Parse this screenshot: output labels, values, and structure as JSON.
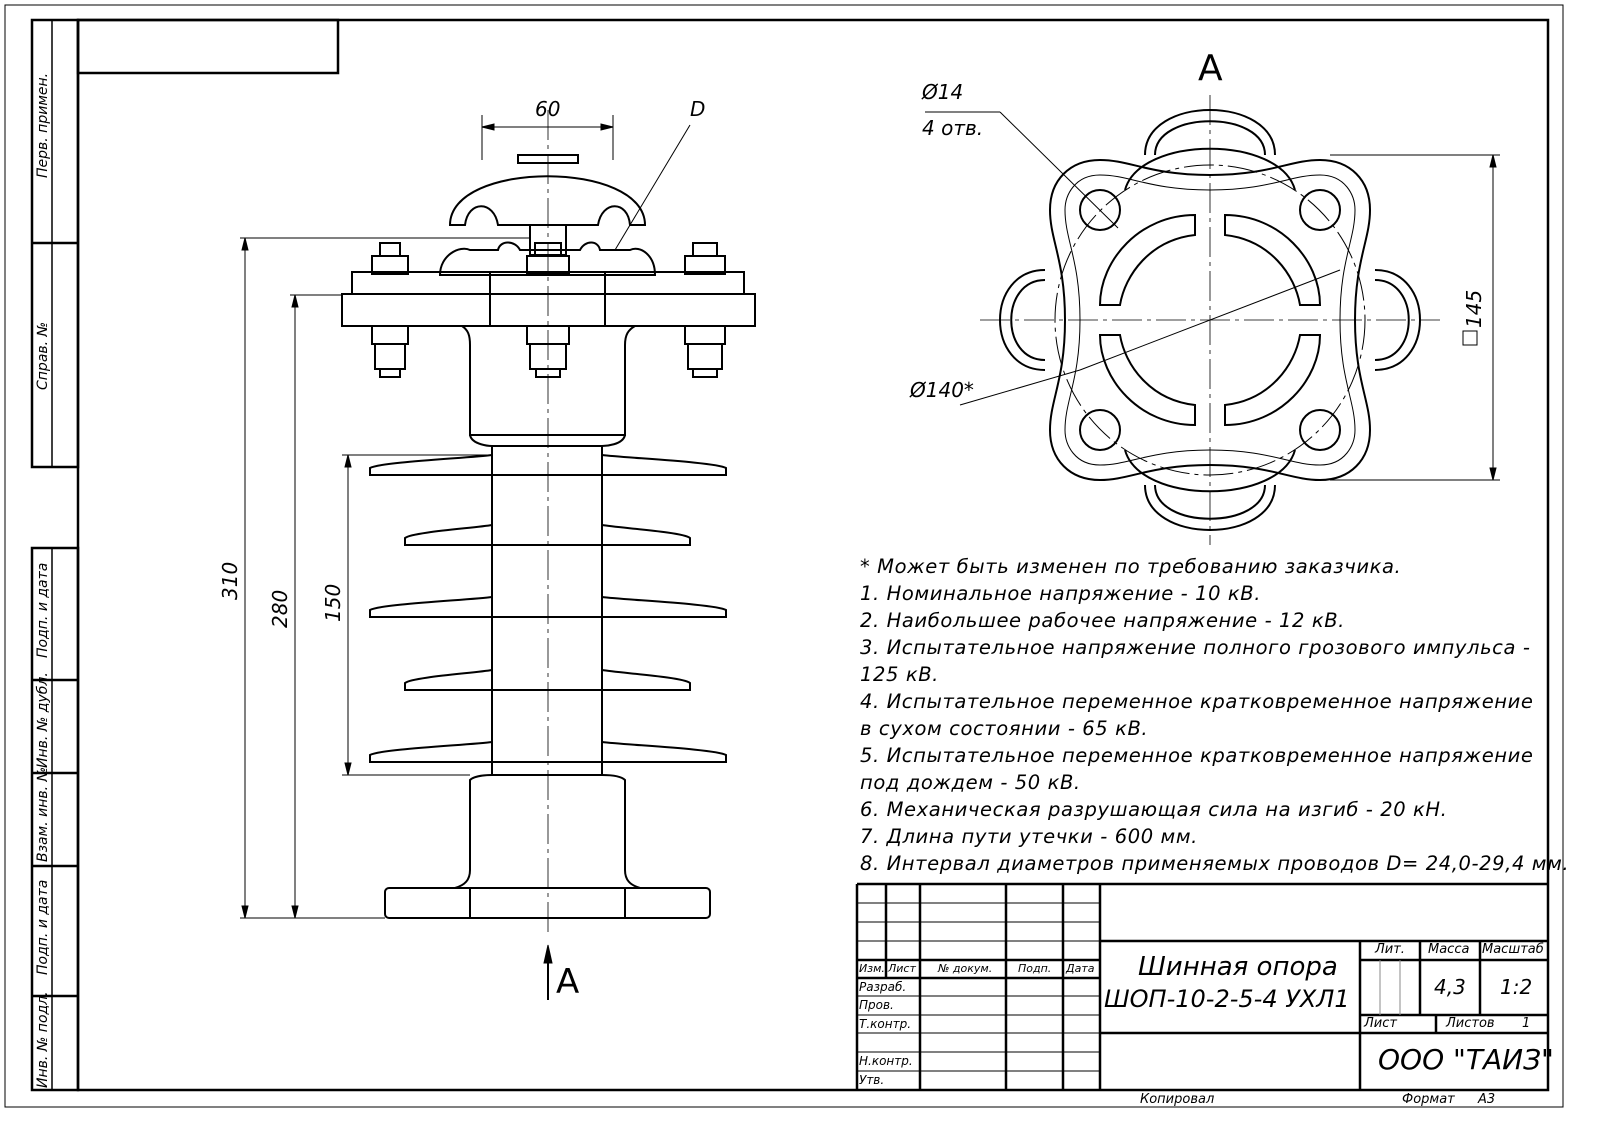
{
  "left_strip": [
    "Перв. примен.",
    "Справ. №",
    "Подп. и дата",
    "Инв. № дубл.",
    "Взам. инв. №",
    "Подп. и дата",
    "Инв. № подл."
  ],
  "side_view": {
    "dim_width": "60",
    "dim_D": "D",
    "dim_310": "310",
    "dim_280": "280",
    "dim_150": "150",
    "section_label": "A"
  },
  "top_view": {
    "view_label": "A",
    "hole_dia": "Ø14",
    "hole_count": "4 отв.",
    "circle_dia": "Ø140*",
    "square": "145"
  },
  "notes": [
    "* Может быть изменен по требованию заказчика.",
    "1. Номинальное напряжение - 10 кВ.",
    "2. Наибольшее рабочее напряжение - 12 кВ.",
    "3. Испытательное напряжение полного грозового импульса -",
    "125 кВ.",
    "4. Испытательное переменное кратковременное напряжение",
    "в сухом состоянии - 65 кВ.",
    "5. Испытательное переменное кратковременное напряжение",
    "под дождем - 50 кВ.",
    "6. Механическая разрушающая сила на изгиб - 20 кН.",
    "7. Длина пути утечки - 600 мм.",
    "8. Интервал диаметров применяемых проводов D= 24,0-29,4 мм."
  ],
  "title_block": {
    "headers": [
      "Изм.",
      "Лист",
      "№ докум.",
      "Подп.",
      "Дата"
    ],
    "roles": [
      "Разраб.",
      "Пров.",
      "Т.контр.",
      "Н.контр.",
      "Утв."
    ],
    "title_line1": "Шинная опора",
    "title_line2": "ШОП-10-2-5-4 УХЛ1",
    "lit_label": "Лит.",
    "mass_label": "Масса",
    "scale_label": "Масштаб",
    "mass": "4,3",
    "scale": "1:2",
    "sheet_label": "Лист",
    "sheets_label": "Листов",
    "sheets": "1",
    "company": "ООО \"ТАИЗ\"",
    "copied": "Копировал",
    "format_label": "Формат",
    "format": "A3"
  }
}
